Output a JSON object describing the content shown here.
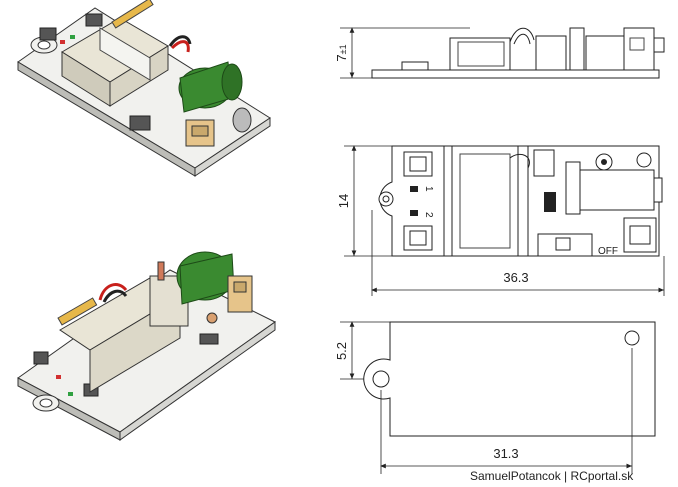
{
  "drawing": {
    "side_view": {
      "height_label": "7",
      "tolerance": "±1"
    },
    "top_view": {
      "height_label": "14",
      "width_label": "36.3",
      "pad_labels": [
        "1",
        "2"
      ],
      "switch_label": "OFF"
    },
    "outline_view": {
      "height_label": "5.2",
      "width_label": "31.3"
    }
  },
  "credit": "SamuelPotancok | RCportal.sk",
  "colors": {
    "pcb": "#f3f3f0",
    "coil": "#3a8a30",
    "wire_red": "#c8201c",
    "wire_black": "#222222",
    "connector": "#e6c48a",
    "tape": "#e8e4d4",
    "led_red": "#d23030",
    "led_green": "#30a040"
  }
}
